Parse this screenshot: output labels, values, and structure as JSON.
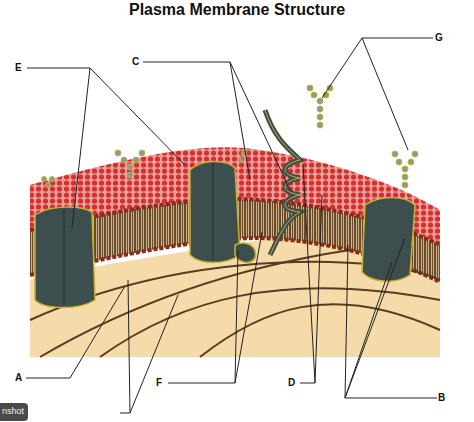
{
  "diagram": {
    "title": "Plasma Membrane Structure",
    "labels": [
      "E",
      "C",
      "G",
      "A",
      "F",
      "D",
      "B",
      "nshot"
    ]
  }
}
